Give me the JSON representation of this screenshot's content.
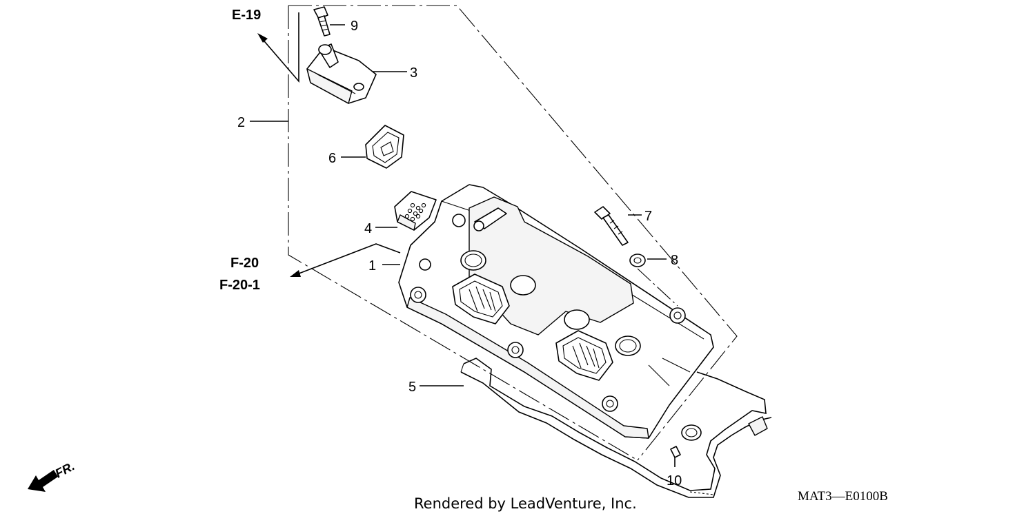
{
  "callouts": {
    "c1": "1",
    "c2": "2",
    "c3": "3",
    "c4": "4",
    "c5": "5",
    "c6": "6",
    "c7": "7",
    "c8": "8",
    "c9": "9",
    "c10": "10"
  },
  "references": {
    "top": "E-19",
    "bottom_1": "F-20",
    "bottom_2": "F-20-1"
  },
  "direction_label": "FR.",
  "footer": {
    "credit": "Rendered by LeadVenture, Inc.",
    "code": "MAT3—E0100B"
  }
}
